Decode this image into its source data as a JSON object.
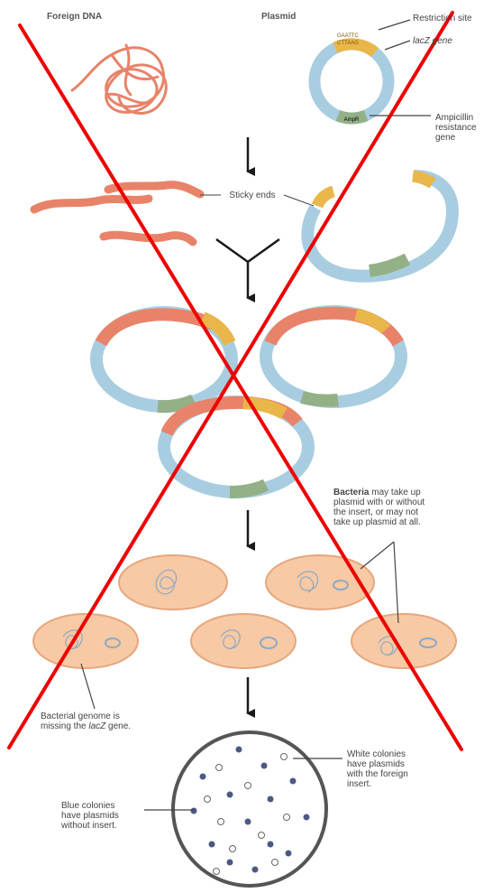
{
  "headings": {
    "foreign_dna": "Foreign DNA",
    "plasmid": "Plasmid"
  },
  "labels": {
    "restriction_site": "Restriction site",
    "lacz_gene": "lacZ gene",
    "ampicillin_line1": "Ampicillin",
    "ampicillin_line2": "resistance",
    "ampicillin_line3": "gene",
    "sticky_ends": "Sticky ends",
    "bacteria_bold": "Bacteria",
    "bacteria_rest1": " may take up",
    "bacteria_line2": "plasmid with or without",
    "bacteria_line3": "the insert, or may not",
    "bacteria_line4": "take up plasmid at all.",
    "genome_line1": "Bacterial genome is",
    "genome_line2_pre": "missing the ",
    "genome_line2_italic": "lacZ",
    "genome_line2_post": " gene.",
    "white_line1": "White colonies",
    "white_line2": "have plasmids",
    "white_line3": "with the foreign",
    "white_line4": "insert.",
    "blue_line1": "Blue colonies",
    "blue_line2": "have plasmids",
    "blue_line3": "without insert.",
    "ampr": "AmpR",
    "site_seq_top": "GAATTC",
    "site_seq_bottom": "CTTAAG"
  },
  "colors": {
    "foreign_dna": "#e8836a",
    "plasmid": "#a9cde0",
    "lacz_site": "#e9b64a",
    "ampr": "#93b087",
    "bacterium_fill": "#f7c9a4",
    "bacterium_edge": "#e6a77e",
    "blue_colony": "#4a5a84",
    "white_colony": "#ffffff",
    "petri_edge": "#555555",
    "arrow": "#1a1a1a",
    "cross_out": "#ee0000"
  },
  "overlay": "red-x-cross-out"
}
